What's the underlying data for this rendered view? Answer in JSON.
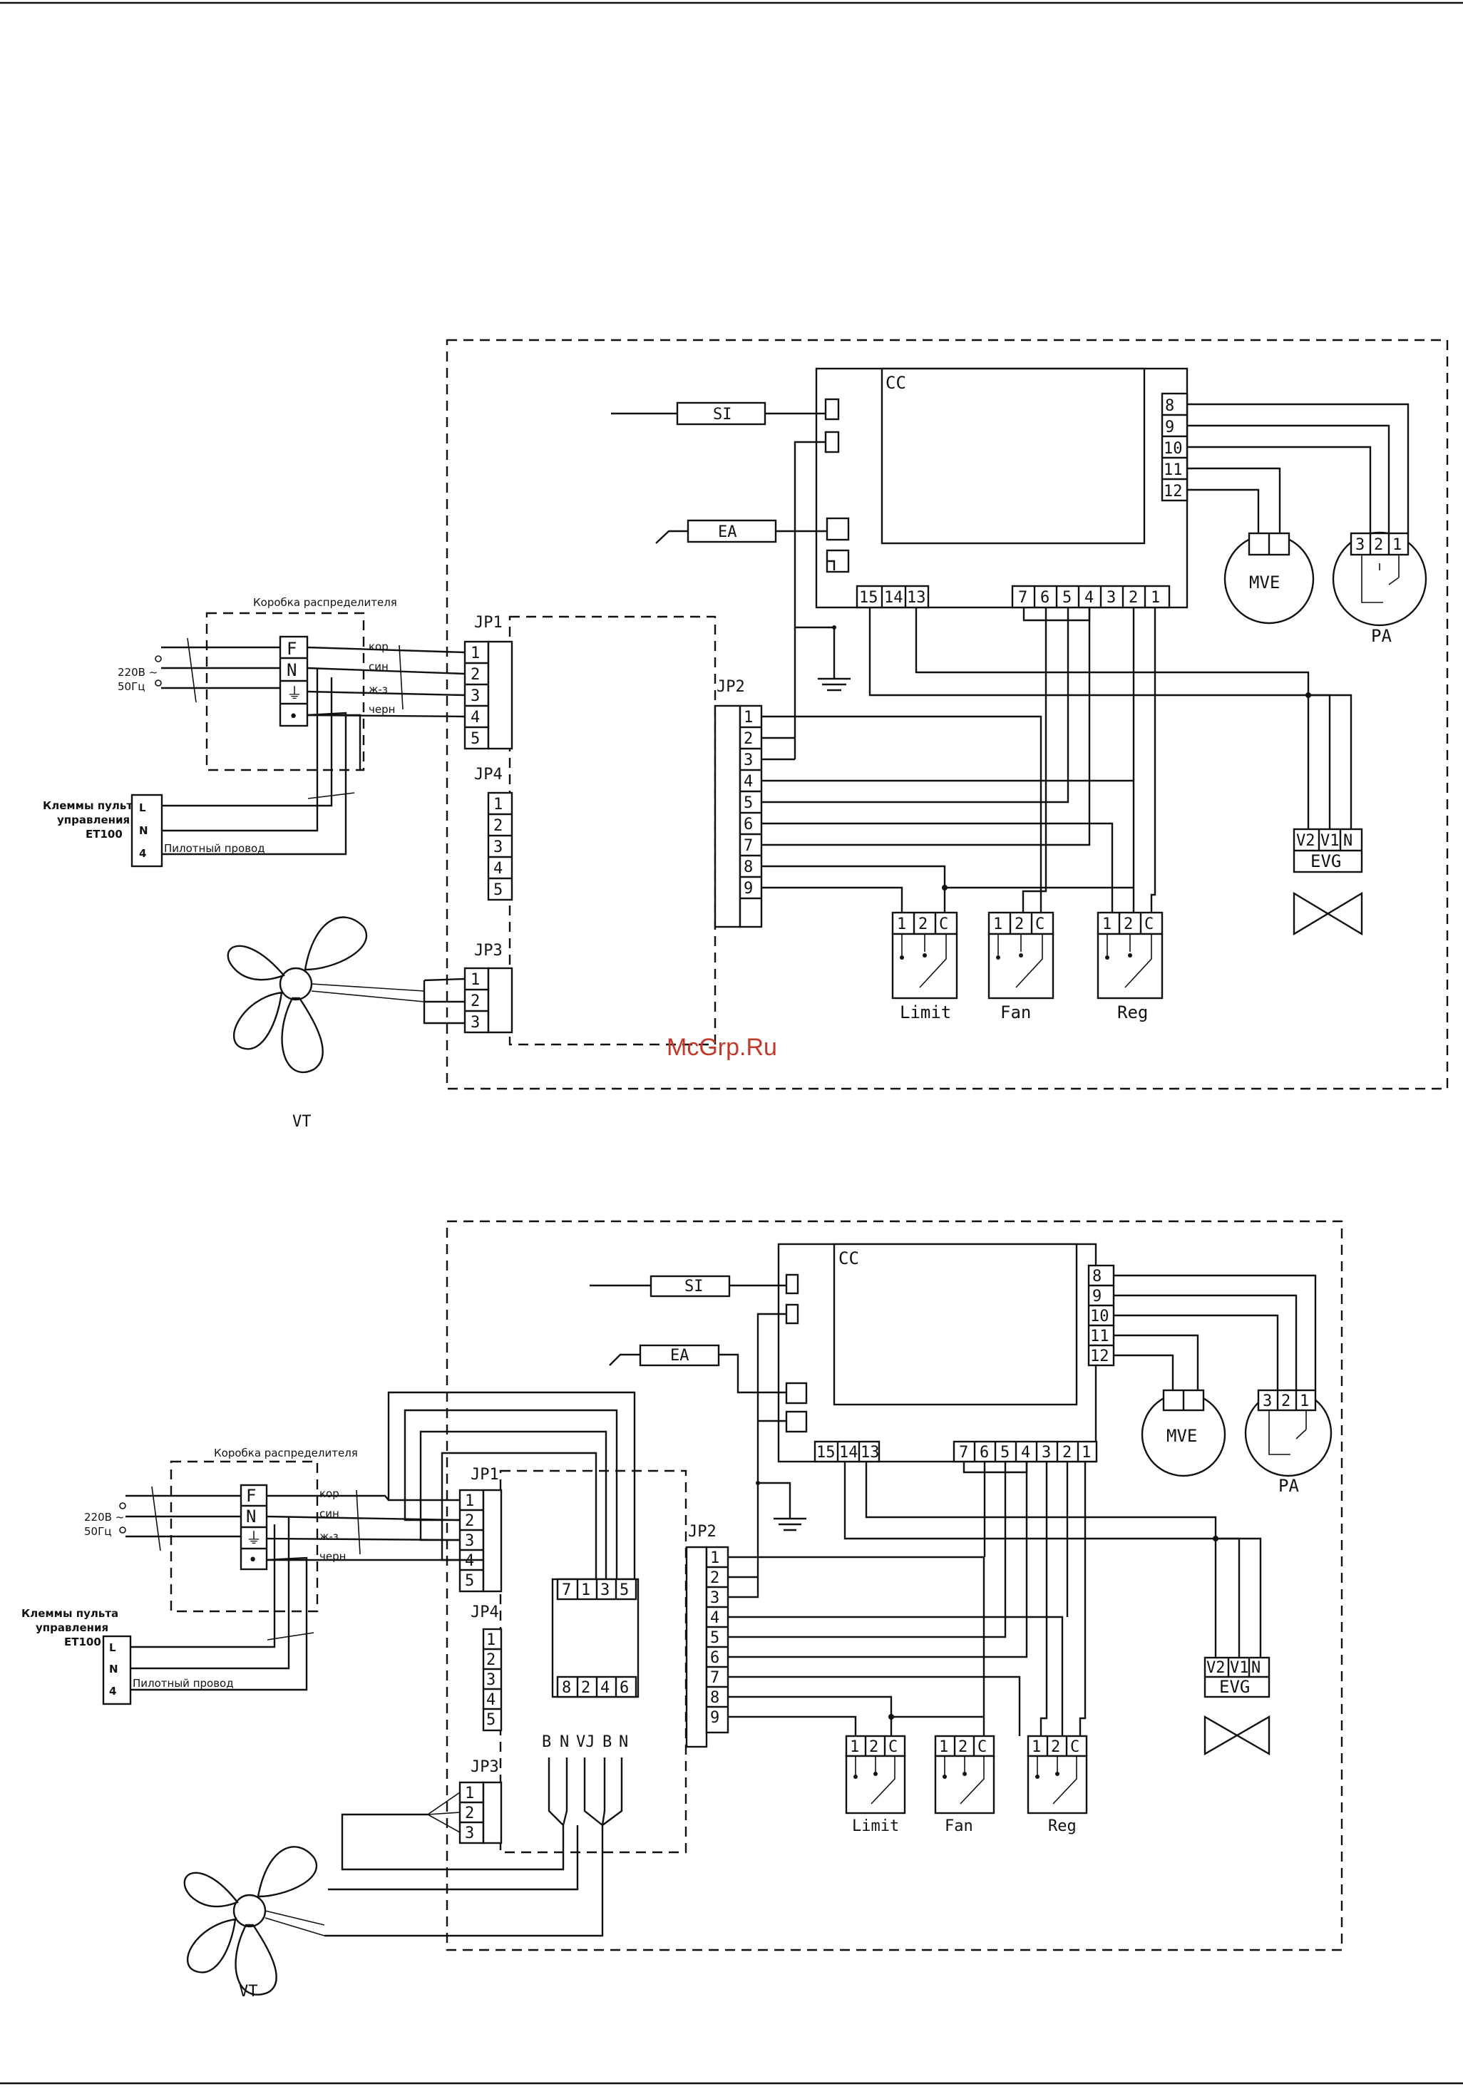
{
  "watermark": "McGrp.Ru",
  "diagram_1": {
    "cc": "CC",
    "si": "SI",
    "ea": "EA",
    "cc_right": [
      "8",
      "9",
      "10",
      "11",
      "12"
    ],
    "cc_bottom_left": [
      "15",
      "14",
      "13"
    ],
    "cc_bottom_right": [
      "7",
      "6",
      "5",
      "4",
      "3",
      "2",
      "1"
    ],
    "mve": "MVE",
    "pa": "PA",
    "pa_pins": [
      "3",
      "2",
      "1"
    ],
    "evg": "EVG",
    "evg_pins": [
      "V2",
      "V1",
      "N"
    ],
    "jp1": "JP1",
    "jp1_pins": [
      "1",
      "2",
      "3",
      "4",
      "5"
    ],
    "jp2": "JP2",
    "jp2_pins": [
      "1",
      "2",
      "3",
      "4",
      "5",
      "6",
      "7",
      "8",
      "9"
    ],
    "jp3": "JP3",
    "jp3_pins": [
      "1",
      "2",
      "3"
    ],
    "jp4": "JP4",
    "jp4_pins": [
      "1",
      "2",
      "3",
      "4",
      "5"
    ],
    "sw_pins": [
      "1",
      "2",
      "C"
    ],
    "limit": "Limit",
    "fan": "Fan",
    "reg": "Reg",
    "vt": "VT",
    "junction_box": "Коробка распределителя",
    "jb_terms": [
      "F",
      "N",
      "⏚",
      "•"
    ],
    "wires": [
      "кор",
      "син",
      "ж-з",
      "черн"
    ],
    "supply": "220В ~",
    "freq": "50Гц",
    "remote": "Клеммы пульта управления ET100",
    "remote_terms": [
      "L",
      "N",
      "4"
    ],
    "pilot": "Пилотный провод"
  },
  "diagram_2": {
    "cc": "CC",
    "si": "SI",
    "ea": "EA",
    "cc_right": [
      "8",
      "9",
      "10",
      "11",
      "12"
    ],
    "cc_bottom_left": [
      "15",
      "14",
      "13"
    ],
    "cc_bottom_right": [
      "7",
      "6",
      "5",
      "4",
      "3",
      "2",
      "1"
    ],
    "mve": "MVE",
    "pa": "PA",
    "pa_pins": [
      "3",
      "2",
      "1"
    ],
    "evg": "EVG",
    "evg_pins": [
      "V2",
      "V1",
      "N"
    ],
    "jp1": "JP1",
    "jp1_pins": [
      "1",
      "2",
      "3",
      "4",
      "5"
    ],
    "jp2": "JP2",
    "jp2_pins": [
      "1",
      "2",
      "3",
      "4",
      "5",
      "6",
      "7",
      "8",
      "9"
    ],
    "jp3": "JP3",
    "jp3_pins": [
      "1",
      "2",
      "3"
    ],
    "jp4": "JP4",
    "jp4_pins": [
      "1",
      "2",
      "3",
      "4",
      "5"
    ],
    "relay_top": [
      "7",
      "1",
      "3",
      "5"
    ],
    "relay_bottom": [
      "8",
      "2",
      "4",
      "6"
    ],
    "relay_labels": [
      "B",
      "N",
      "VJ",
      "B",
      "N"
    ],
    "sw_pins": [
      "1",
      "2",
      "C"
    ],
    "limit": "Limit",
    "fan": "Fan",
    "reg": "Reg",
    "vt": "VT",
    "junction_box": "Коробка распределителя",
    "jb_terms": [
      "F",
      "N",
      "⏚",
      "•"
    ],
    "wires": [
      "кор",
      "син",
      "ж-з",
      "черн"
    ],
    "supply": "220В ~",
    "freq": "50Гц",
    "remote": "Клеммы пульта управления ET100",
    "remote_terms": [
      "L",
      "N",
      "4"
    ],
    "pilot": "Пилотный провод"
  }
}
